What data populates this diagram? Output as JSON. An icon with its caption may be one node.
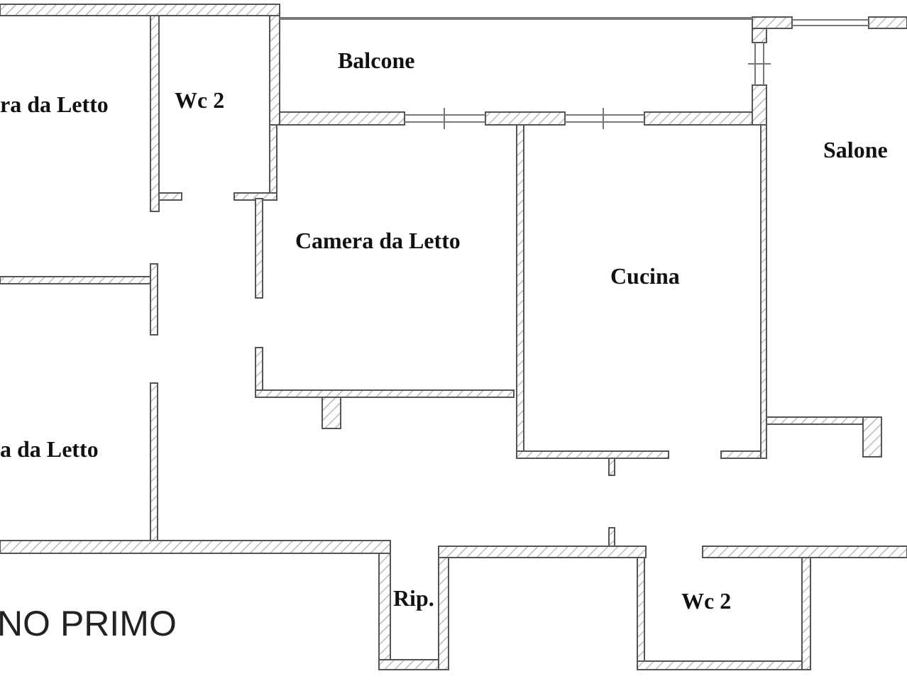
{
  "diagram": {
    "labels": [
      "ra da Letto",
      "Wc 2",
      "Balcone",
      "Salone",
      "Camera da Letto",
      "Cucina",
      "a da Letto",
      "Rip.",
      "Wc 2",
      "NO PRIMO"
    ]
  }
}
